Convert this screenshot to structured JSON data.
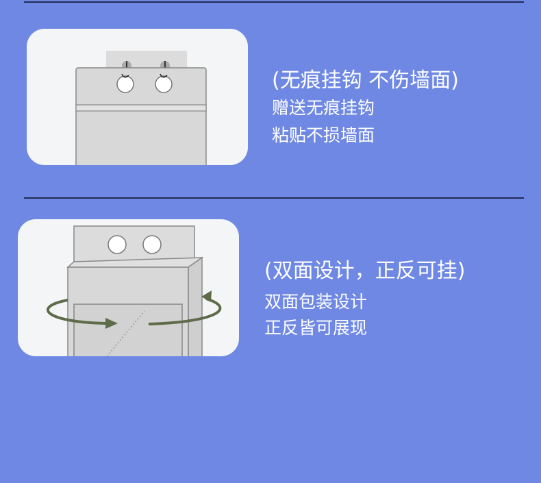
{
  "section1": {
    "title": "(无痕挂钩 不伤墙面)",
    "lines": [
      "赠送无痕挂钩",
      "粘贴不损墙面"
    ]
  },
  "section2": {
    "title": "(双面设计，正反可挂)",
    "lines": [
      "双面包装设计",
      "正反皆可展现"
    ]
  },
  "colors": {
    "background": "#6f88e3",
    "divider": "#1f2a55",
    "card": "#f4f5f6",
    "arrow": "#5e6b48"
  }
}
